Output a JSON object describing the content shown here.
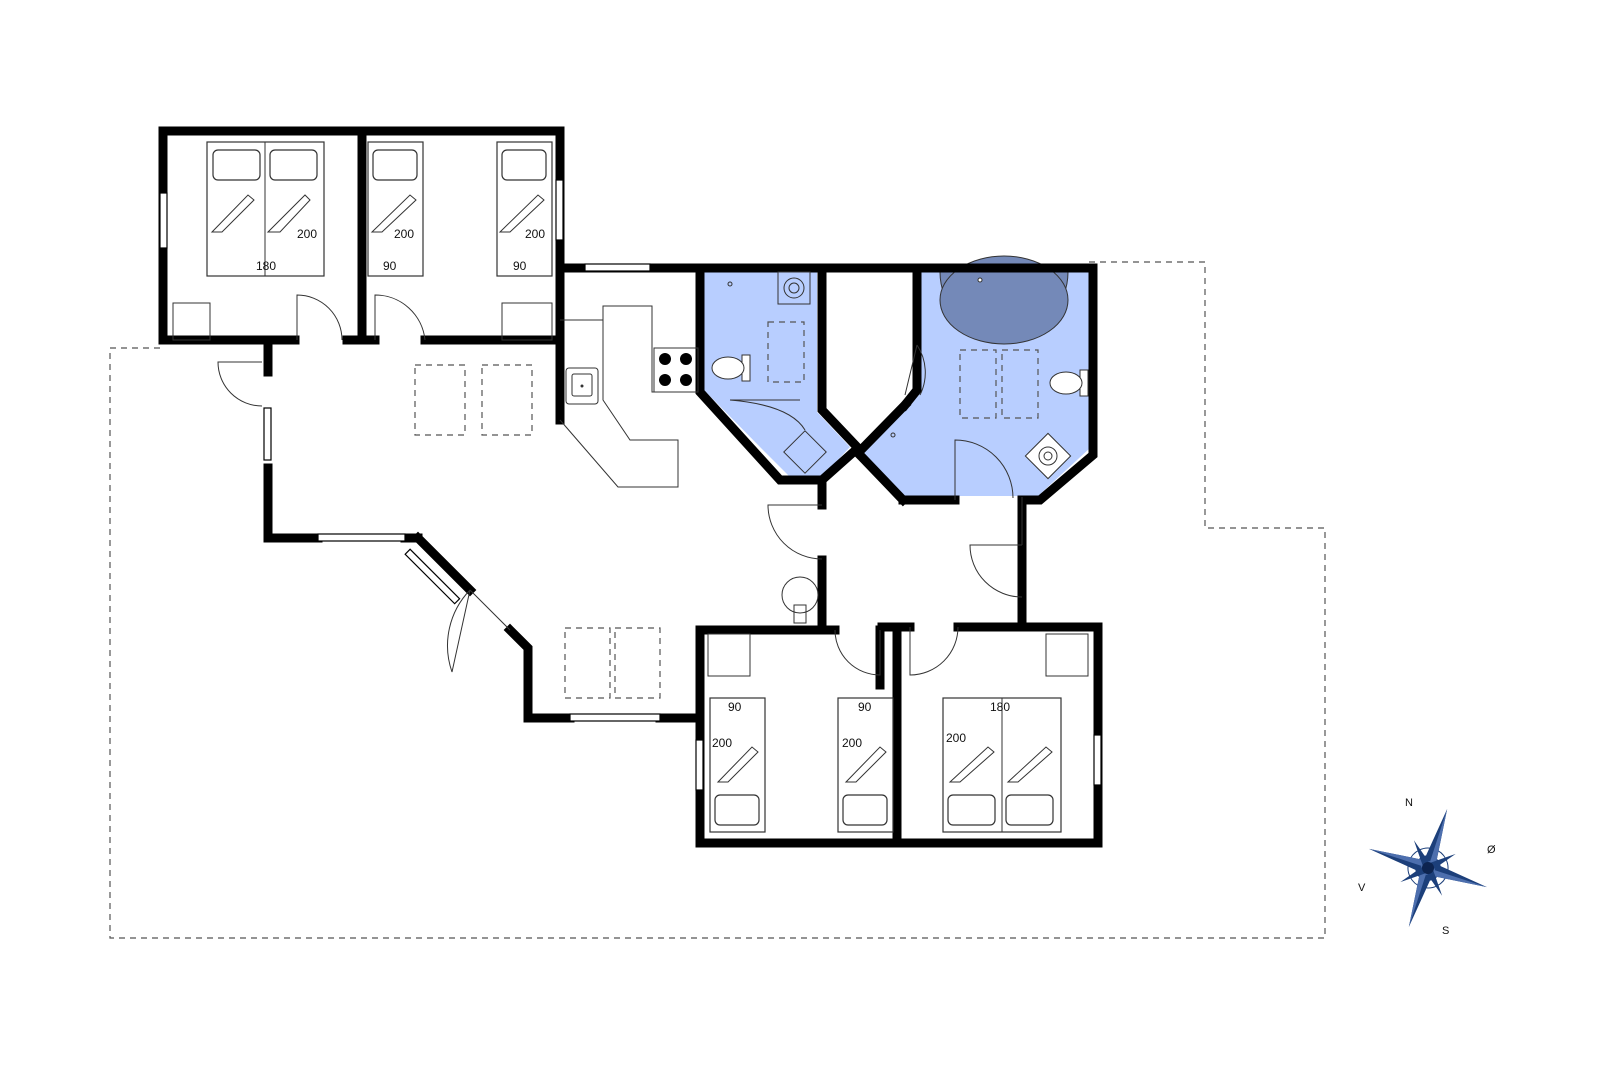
{
  "colors": {
    "wall": "#000000",
    "bathroom_fill": "#b8ceff",
    "spa_fill": "#7489b8",
    "terrace_outline": "#555555"
  },
  "bed_labels": {
    "room1": {
      "length": "200",
      "width": "180"
    },
    "room2_left": {
      "length": "200",
      "width": "90"
    },
    "room2_right": {
      "length": "200",
      "width": "90"
    },
    "room3_left": {
      "length": "200",
      "width": "90"
    },
    "room3_right": {
      "length": "200",
      "width": "90"
    },
    "room4": {
      "length": "200",
      "width": "180"
    }
  },
  "compass": {
    "north": "N",
    "east": "Ø",
    "south": "S",
    "west": "V"
  }
}
